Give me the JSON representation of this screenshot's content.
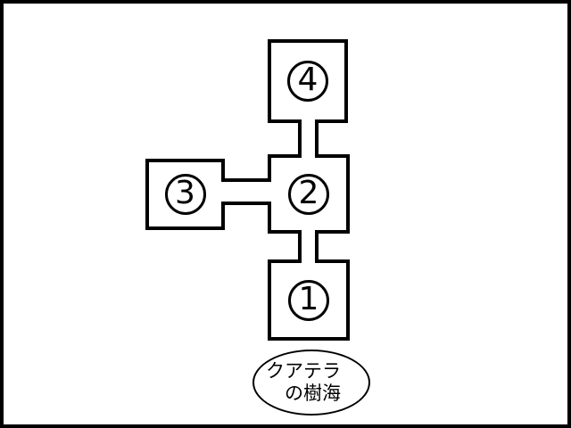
{
  "map": {
    "rooms": [
      {
        "number": "1"
      },
      {
        "number": "2"
      },
      {
        "number": "3"
      },
      {
        "number": "4"
      }
    ],
    "area_label": {
      "line1": "クアテラ",
      "line2": "の樹海"
    },
    "colors": {
      "wall": "#000000",
      "background": "#ffffff"
    }
  }
}
